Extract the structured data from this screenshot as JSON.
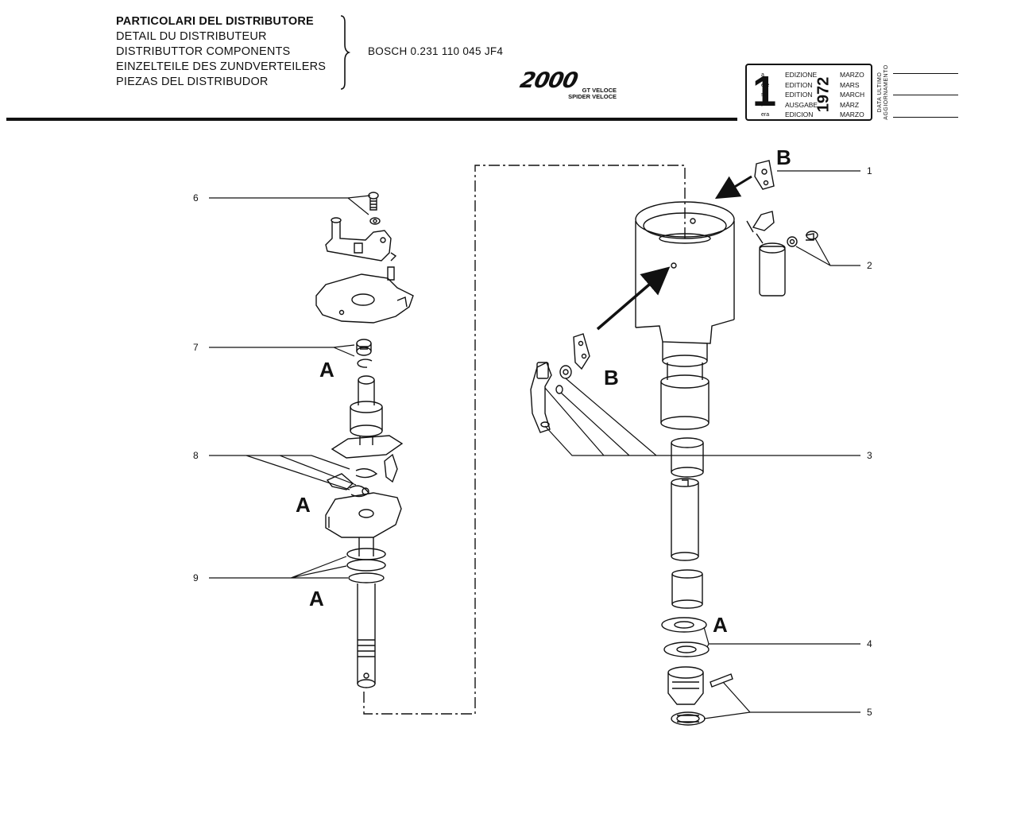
{
  "header": {
    "titles": [
      "PARTICOLARI DEL DISTRIBUTORE",
      "DETAIL DU DISTRIBUTEUR",
      "DISTRIBUTTOR COMPONENTS",
      "EINZELTEILE DES ZUNDVERTEILERS",
      "PIEZAS DEL DISTRIBUDOR"
    ],
    "part_number": "BOSCH 0.231 110 045 JF4",
    "logo": "2000",
    "logo_sub": [
      "GT VELOCE",
      "SPIDER VELOCE"
    ]
  },
  "edition": {
    "number": "1",
    "suffixes": [
      "a",
      "ere",
      "st",
      ".",
      "era"
    ],
    "words": [
      "EDIZIONE",
      "EDITION",
      "EDITION",
      "AUSGABE",
      "EDICION"
    ],
    "year": "1972",
    "months": [
      "MARZO",
      "MARS",
      "MARCH",
      "MÄRZ",
      "MARZO"
    ],
    "update_label": [
      "DATA ULTIMO",
      "AGGIORNAMENTO"
    ]
  },
  "callouts": [
    "1",
    "2",
    "3",
    "4",
    "5",
    "6",
    "7",
    "8",
    "9"
  ],
  "letters": {
    "a": "A",
    "b": "B"
  },
  "colors": {
    "ink": "#111111",
    "paper": "#ffffff"
  }
}
